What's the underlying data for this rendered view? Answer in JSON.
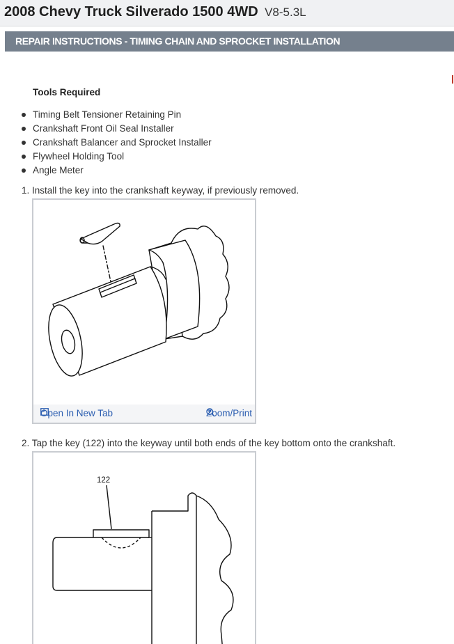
{
  "header": {
    "vehicle": "2008 Chevy Truck Silverado 1500 4WD",
    "engine": "V8-5.3L"
  },
  "section": {
    "title": "REPAIR INSTRUCTIONS - TIMING CHAIN AND SPROCKET INSTALLATION"
  },
  "tools": {
    "heading": "Tools Required",
    "items": [
      "Timing Belt Tensioner Retaining Pin",
      "Crankshaft Front Oil Seal Installer",
      "Crankshaft Balancer and Sprocket Installer",
      "Flywheel Holding Tool",
      "Angle Meter"
    ]
  },
  "steps": [
    {
      "text": "1. Install the key into the crankshaft keyway, if previously removed.",
      "figure": {
        "open_label": "Open In New Tab",
        "zoom_label": "Zoom/Print"
      }
    },
    {
      "text": "2. Tap the key (122) into the keyway until both ends of the key bottom onto the crankshaft.",
      "figure": {
        "callout": "122"
      }
    }
  ],
  "icons": {
    "open": "open-new-tab-icon",
    "zoom": "zoom-icon"
  },
  "colors": {
    "section_bar": "#75808d",
    "link": "#2a5db0"
  }
}
